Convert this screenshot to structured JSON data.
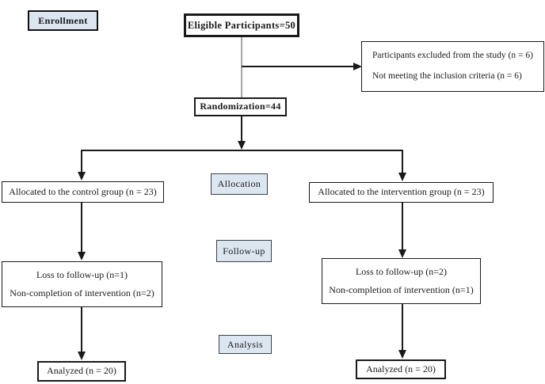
{
  "diagram": {
    "type": "CONSORT participant flow diagram",
    "stages": {
      "enrollment": "Enrollment",
      "allocation": "Allocation",
      "followup": "Follow-up",
      "analysis": "Analysis"
    },
    "nodes": {
      "eligible": "Eligible Participants=50",
      "excluded": {
        "line1": "Participants excluded from the study (n = 6)",
        "line2": "Not meeting the inclusion criteria (n = 6)"
      },
      "randomization": "Randomization=44",
      "control_allocated": "Allocated to the control group (n = 23)",
      "intervention_allocated": "Allocated to the intervention group (n = 23)",
      "control_followup": {
        "line1": "Loss to follow-up (n=1)",
        "line2": "Non-completion of intervention (n=2)"
      },
      "intervention_followup": {
        "line1": "Loss to follow-up (n=2)",
        "line2": "Non-completion of intervention (n=1)"
      },
      "control_analyzed": "Analyzed (n = 20)",
      "intervention_analyzed": "Analyzed (n = 20)"
    },
    "colors": {
      "stage_fill": "#dce6f1",
      "connector_gray": "#a6a6a6",
      "ink": "#1a1a1a",
      "background": "#ffffff"
    }
  }
}
